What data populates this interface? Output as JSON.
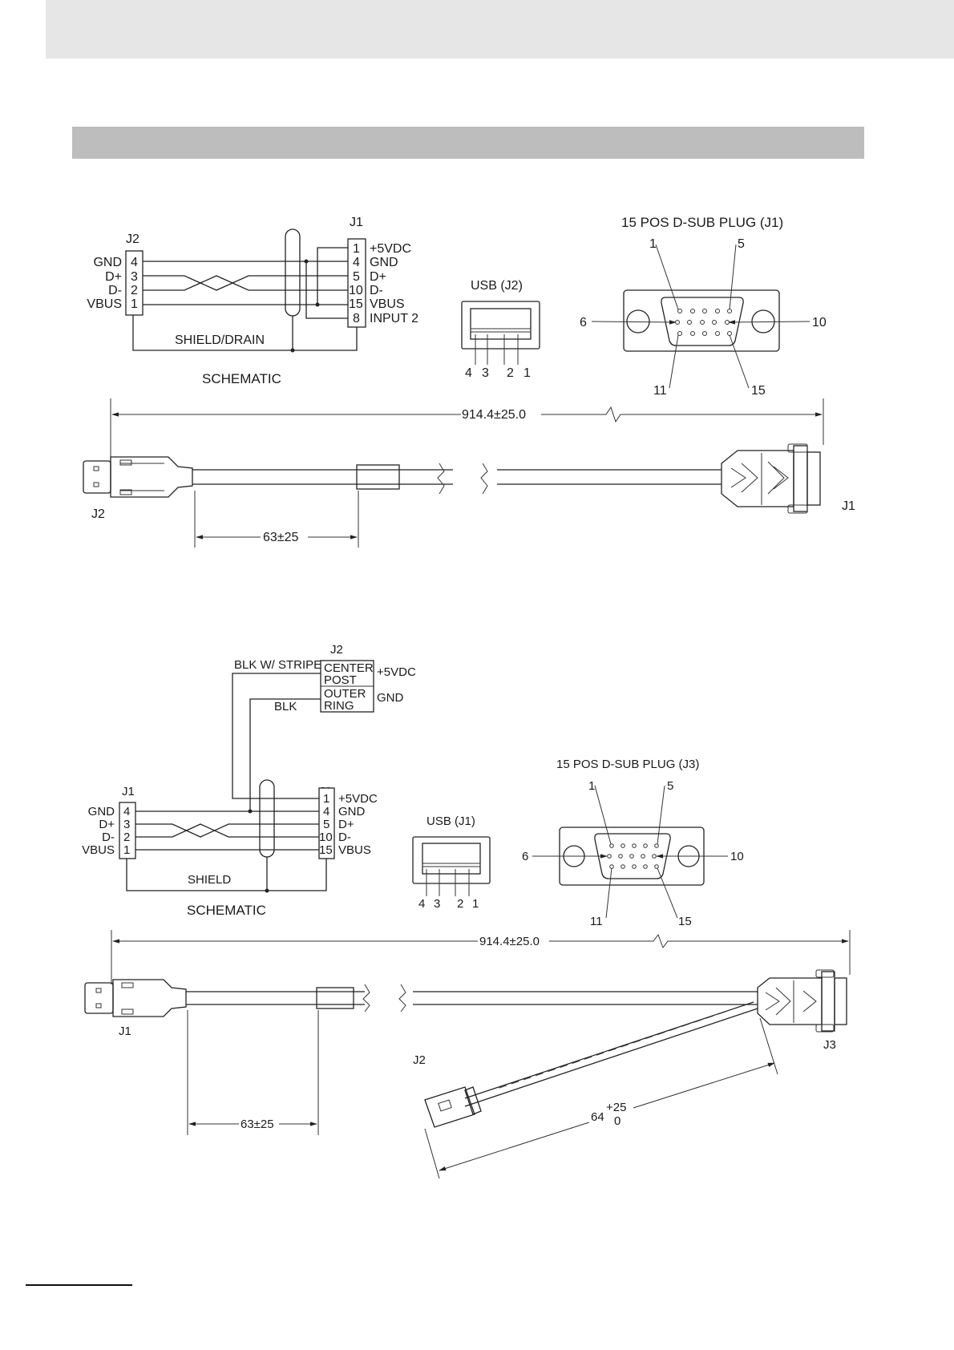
{
  "diagram1": {
    "j1_label": "J1",
    "j2_label": "J2",
    "j2_pins": [
      {
        "signal": "GND",
        "pin": "4"
      },
      {
        "signal": "D+",
        "pin": "3"
      },
      {
        "signal": "D-",
        "pin": "2"
      },
      {
        "signal": "VBUS",
        "pin": "1"
      }
    ],
    "j1_pins": [
      {
        "pin": "1",
        "signal": "+5VDC"
      },
      {
        "pin": "4",
        "signal": "GND"
      },
      {
        "pin": "5",
        "signal": "D+"
      },
      {
        "pin": "10",
        "signal": "D-"
      },
      {
        "pin": "15",
        "signal": "VBUS"
      },
      {
        "pin": "8",
        "signal": "INPUT 2"
      }
    ],
    "shield_label": "SHIELD/DRAIN",
    "schematic_label": "SCHEMATIC",
    "usb_title": "USB (J2)",
    "usb_pins": [
      "4",
      "3",
      "2",
      "1"
    ],
    "dsub_title": "15 POS D-SUB PLUG (J1)",
    "dsub_pin_labels": {
      "p1": "1",
      "p5": "5",
      "p6": "6",
      "p10": "10",
      "p11": "11",
      "p15": "15"
    },
    "length_dim": "914.4±25.0",
    "short_dim": "63±25",
    "end_left": "J2",
    "end_right": "J1"
  },
  "diagram2": {
    "j1_label": "J1",
    "j2_label": "J2",
    "j3_label": "J3",
    "blk_stripe_label": "BLK W/ STRIPE",
    "blk_label": "BLK",
    "j2_rows": [
      {
        "line1": "CENTER",
        "line2": "POST",
        "signal": "+5VDC"
      },
      {
        "line1": "OUTER",
        "line2": "RING",
        "signal": "GND"
      }
    ],
    "j1_pins": [
      {
        "signal": "GND",
        "pin": "4"
      },
      {
        "signal": "D+",
        "pin": "3"
      },
      {
        "signal": "D-",
        "pin": "2"
      },
      {
        "signal": "VBUS",
        "pin": "1"
      }
    ],
    "j3_pins": [
      {
        "pin": "1",
        "signal": "+5VDC"
      },
      {
        "pin": "4",
        "signal": "GND"
      },
      {
        "pin": "5",
        "signal": "D+"
      },
      {
        "pin": "10",
        "signal": "D-"
      },
      {
        "pin": "15",
        "signal": "VBUS"
      }
    ],
    "shield_label": "SHIELD",
    "schematic_label": "SCHEMATIC",
    "usb_title": "USB (J1)",
    "usb_pins": [
      "4",
      "3",
      "2",
      "1"
    ],
    "dsub_title": "15 POS D-SUB PLUG (J3)",
    "dsub_pin_labels": {
      "p1": "1",
      "p5": "5",
      "p6": "6",
      "p10": "10",
      "p11": "11",
      "p15": "15"
    },
    "length_dim": "914.4±25.0",
    "short_dim": "63±25",
    "branch_dim_main": "64",
    "branch_dim_upper": "+25",
    "branch_dim_lower": "0",
    "end_left": "J1",
    "end_right": "J3",
    "end_branch": "J2"
  }
}
